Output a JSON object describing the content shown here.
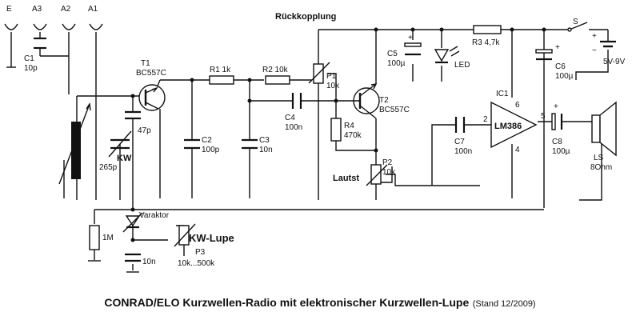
{
  "heading": "Rückkopplung",
  "caption": {
    "main": "CONRAD/ELO Kurzwellen-Radio mit elektronischer Kurzwellen-Lupe",
    "stand": "(Stand 12/2009)"
  },
  "terminals": {
    "e": "E",
    "a3": "A3",
    "a2": "A2",
    "a1": "A1"
  },
  "components": {
    "c1": {
      "name": "C1",
      "value": "10p"
    },
    "t1": {
      "name": "T1",
      "value": "BC557C"
    },
    "c_47p": {
      "value": "47p"
    },
    "c_265p": {
      "value": "265p"
    },
    "kw": {
      "name": "KW"
    },
    "r1": {
      "name": "R1 1k"
    },
    "r2": {
      "name": "R2 10k"
    },
    "p1": {
      "name": "P1",
      "value": "10k"
    },
    "c2": {
      "name": "C2",
      "value": "100p"
    },
    "c3": {
      "name": "C3",
      "value": "10n"
    },
    "c4": {
      "name": "C4",
      "value": "100n"
    },
    "t2": {
      "name": "T2",
      "value": "BC557C"
    },
    "r4": {
      "name": "R4",
      "value": "470k"
    },
    "p2": {
      "name": "P2",
      "value": "10k"
    },
    "lautst": {
      "name": "Lautst"
    },
    "c5": {
      "name": "C5",
      "value": "100µ"
    },
    "led": {
      "name": "LED"
    },
    "r3": {
      "name": "R3 4,7k"
    },
    "c6": {
      "name": "C6",
      "value": "100µ"
    },
    "switch": {
      "name": "S"
    },
    "supply": {
      "value": "5V-9V"
    },
    "ic1": {
      "name": "IC1",
      "chip": "LM386",
      "pin2": "2",
      "pin4": "4",
      "pin5": "5",
      "pin6": "6"
    },
    "c7": {
      "name": "C7",
      "value": "100n"
    },
    "c8": {
      "name": "C8",
      "value": "100µ"
    },
    "ls": {
      "name": "LS",
      "value": "8Ohm"
    },
    "varaktor": {
      "name": "Varaktor"
    },
    "r_1m": {
      "value": "1M"
    },
    "c_10n": {
      "value": "10n"
    },
    "p3": {
      "name": "P3",
      "value": "10k...500k"
    },
    "kw_lupe": {
      "name": "KW-Lupe"
    }
  },
  "signs": {
    "plus": "+",
    "minus": "−"
  }
}
